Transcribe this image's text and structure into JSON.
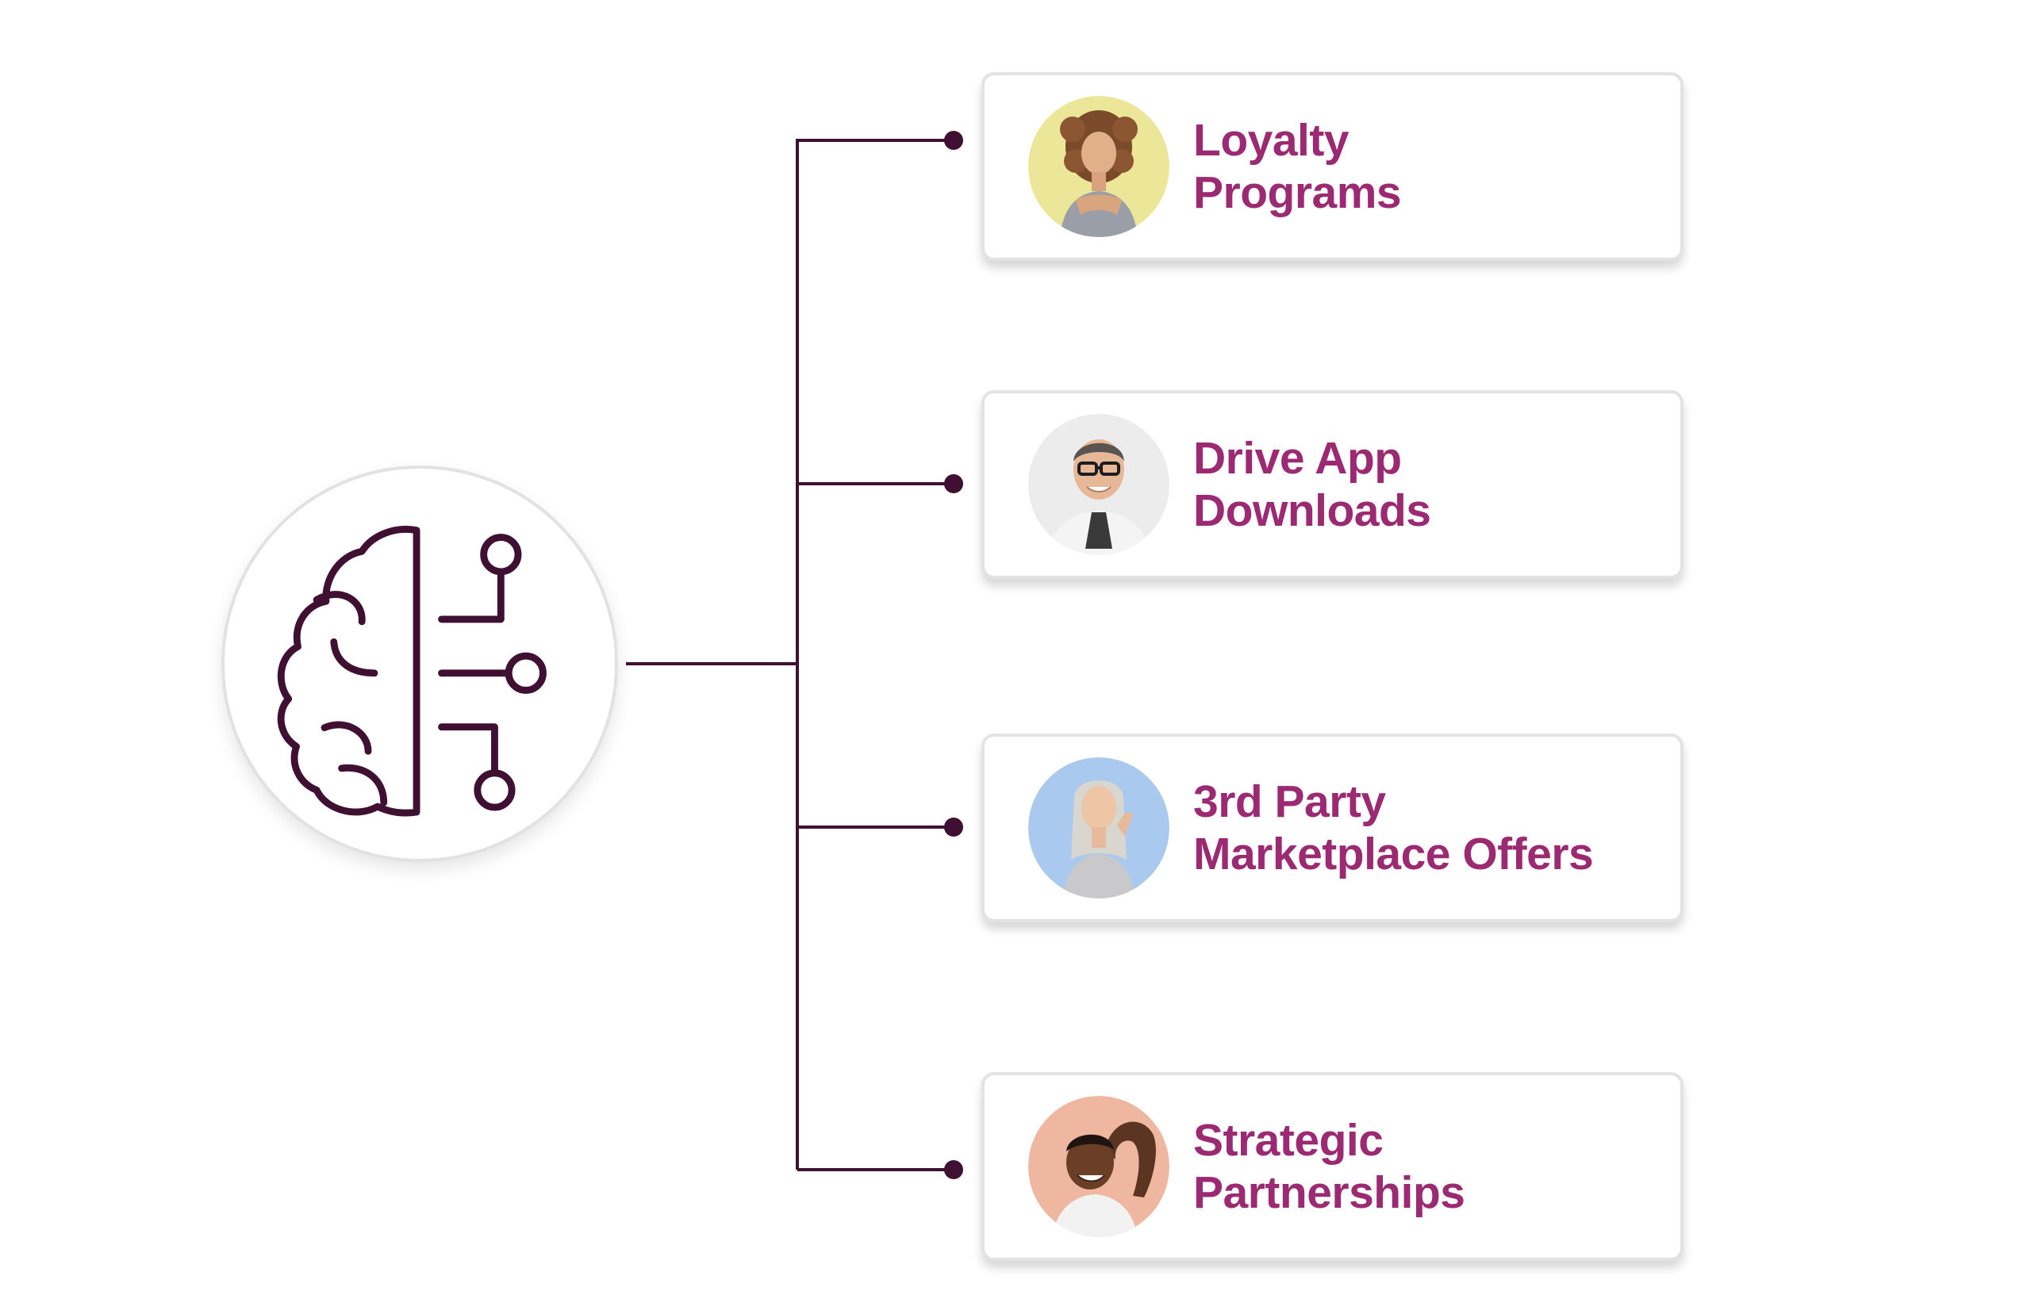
{
  "colors": {
    "connector": "#3f1031",
    "label_text": "#9b2a73",
    "card_border": "#e3e3e3",
    "hub_border": "#e2e2e2",
    "icon_stroke": "#3f1031"
  },
  "hub": {
    "icon": "brain-circuit-icon"
  },
  "items": [
    {
      "line1": "Loyalty",
      "line2": "Programs",
      "avatar_icon": "woman-curly-hair-photo",
      "avatar_bg": "#ebe698"
    },
    {
      "line1": "Drive App",
      "line2": "Downloads",
      "avatar_icon": "man-glasses-photo",
      "avatar_bg": "#ececec"
    },
    {
      "line1": "3rd Party",
      "line2": "Marketplace Offers",
      "avatar_icon": "woman-silver-hair-photo",
      "avatar_bg": "#a9c9ee"
    },
    {
      "line1": "Strategic",
      "line2": "Partnerships",
      "avatar_icon": "man-smiling-photo",
      "avatar_bg": "#efb79f"
    }
  ]
}
